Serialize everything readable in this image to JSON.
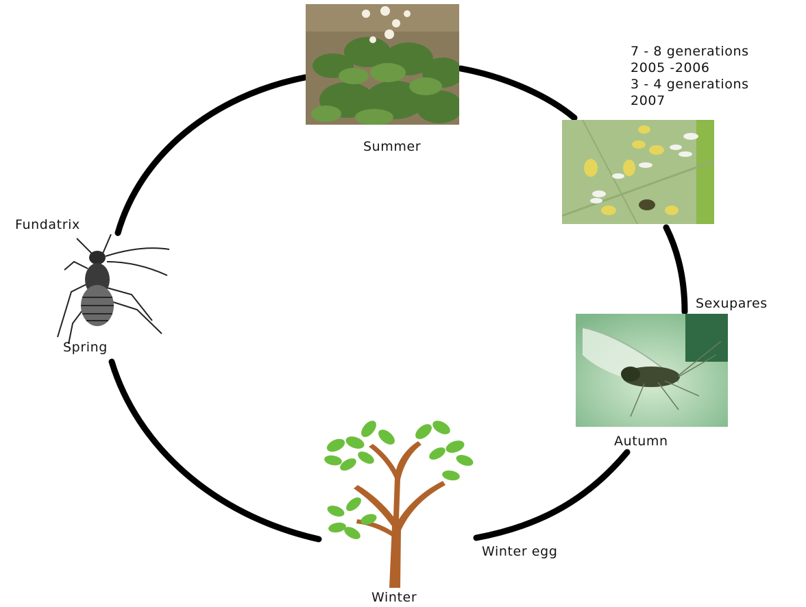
{
  "stages": {
    "summer": "Summer",
    "autumn": "Autumn",
    "winter": "Winter",
    "spring": "Spring"
  },
  "forms": {
    "fundatrix": "Fundatrix",
    "sexupares": "Sexupares",
    "winter_egg": "Winter egg"
  },
  "generation_notes": [
    "7 - 8 generations",
    "2005 -2006",
    "3 - 4 generations",
    "2007"
  ],
  "images": {
    "summer": "potato-plant-photo",
    "summer_colony": "aphid-colony-on-leaf-photo",
    "autumn": "winged-aphid-photo",
    "winter": "tree-illustration",
    "spring": "aphid-drawing"
  },
  "colors": {
    "cycle_line": "#000000",
    "leaf_green": "#6cbf3d",
    "trunk_brown": "#b0622b"
  }
}
